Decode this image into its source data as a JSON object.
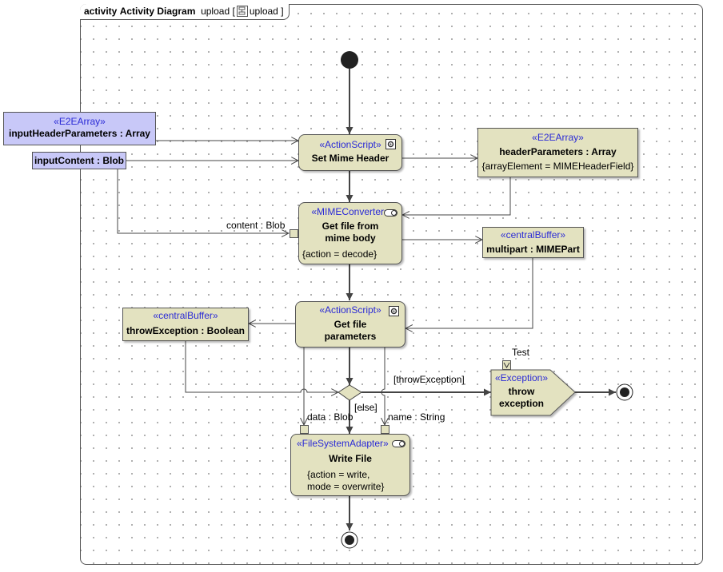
{
  "frame": {
    "kind": "activity",
    "title": "Activity Diagram",
    "name": "upload",
    "ref_open": "[",
    "ref_name": "upload",
    "ref_close": "]"
  },
  "nodes": {
    "input_header_params": {
      "stereotype": "«E2EArray»",
      "name": "inputHeaderParameters : Array"
    },
    "input_content": {
      "name": "inputContent : Blob"
    },
    "set_mime_header": {
      "stereotype": "«ActionScript»",
      "name": "Set Mime Header"
    },
    "header_parameters": {
      "stereotype": "«E2EArray»",
      "name": "headerParameters : Array",
      "constraint": "{arrayElement = MIMEHeaderField}"
    },
    "get_file_mime": {
      "stereotype": "«MIMEConverter»",
      "name_line1": "Get file from",
      "name_line2": "mime body",
      "constraint": "{action = decode}"
    },
    "multipart": {
      "stereotype": "«centralBuffer»",
      "name": "multipart : MIMEPart"
    },
    "get_file_params": {
      "stereotype": "«ActionScript»",
      "name_line1": "Get file",
      "name_line2": "parameters"
    },
    "throw_exception_buf": {
      "stereotype": "«centralBuffer»",
      "name": "throwException : Boolean"
    },
    "throw_exception": {
      "stereotype": "«Exception»",
      "name_line1": "throw",
      "name_line2": "exception"
    },
    "write_file": {
      "stereotype": "«FileSystemAdapter»",
      "name": "Write File",
      "constraint_line1": "{action = write,",
      "constraint_line2": "mode = overwrite}"
    }
  },
  "labels": {
    "content_pin": "content : Blob",
    "data_pin": "data : Blob",
    "name_pin": "name : String",
    "guard_throw": "[throwException]",
    "guard_else": "[else]",
    "test_pin": "Test"
  }
}
